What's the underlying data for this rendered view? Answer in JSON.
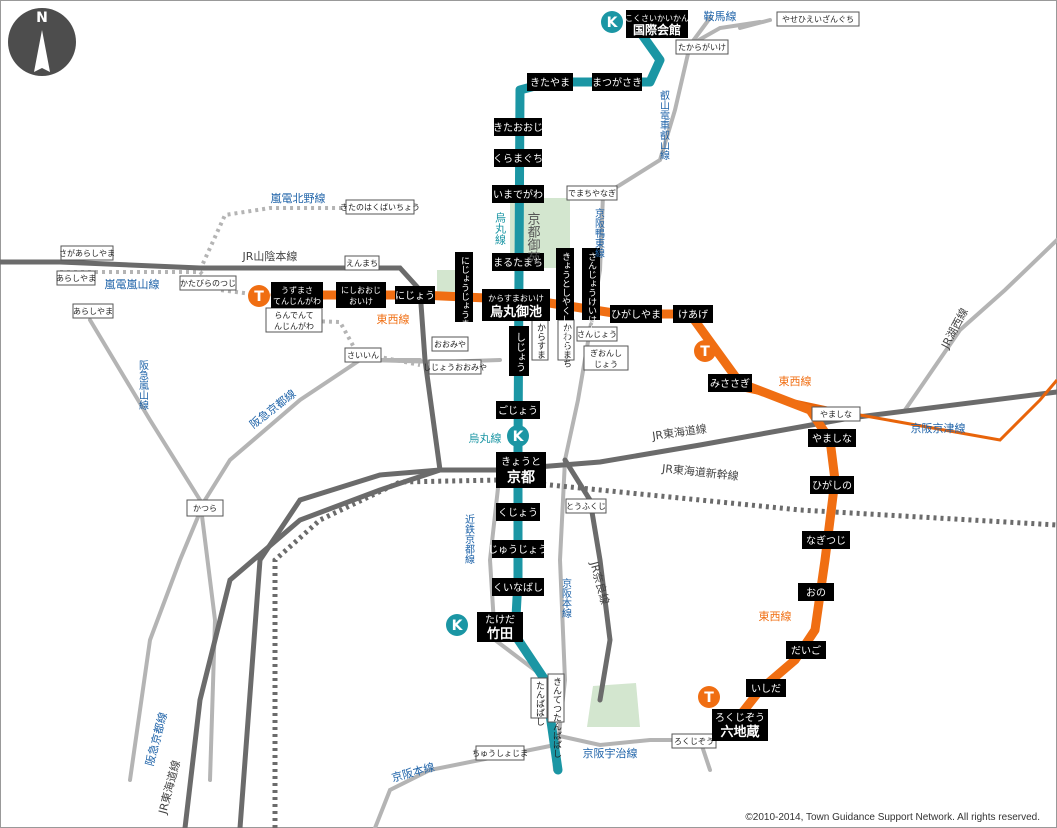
{
  "compass": {
    "letter": "N"
  },
  "colors": {
    "karasuma": "#1b96a4",
    "tozai": "#f06e12",
    "keihan_keishin": "#e8640a",
    "jr": "#6b6b6b",
    "private": "#b4b4b4",
    "line_label_blue": "#1d62a8",
    "park": "#d3e6cf",
    "station_black": "#000000"
  },
  "subway_marks": {
    "karasuma": "K",
    "tozai": "T"
  },
  "karasuma_stations": [
    {
      "name": "まつがさき",
      "kanji": ""
    },
    {
      "name": "きたやま",
      "kanji": ""
    },
    {
      "name": "きたおおじ",
      "kanji": ""
    },
    {
      "name": "くらまぐち",
      "kanji": ""
    },
    {
      "name": "いまでがわ",
      "kanji": ""
    },
    {
      "name": "まるたまち",
      "kanji": ""
    },
    {
      "name": "ごじょう",
      "kanji": ""
    },
    {
      "name": "くじょう",
      "kanji": ""
    },
    {
      "name": "じゅうじょう",
      "kanji": ""
    },
    {
      "name": "くいなばし",
      "kanji": ""
    }
  ],
  "tozai_stations": [
    {
      "name": "にじょう"
    },
    {
      "name": "ひがしやま"
    },
    {
      "name": "けあげ"
    },
    {
      "name": "みささぎ"
    },
    {
      "name": "やましな"
    },
    {
      "name": "ひがしの"
    },
    {
      "name": "なぎつじ"
    },
    {
      "name": "おの"
    },
    {
      "name": "だいご"
    },
    {
      "name": "いしだ"
    }
  ],
  "major_stations": {
    "kokusaikaikan": {
      "kana": "こくさいかいかん",
      "kanji": "国際会館"
    },
    "karasumaoike": {
      "kana": "からすまおいけ",
      "kanji": "烏丸御池"
    },
    "kyoto": {
      "kana": "きょうと",
      "kanji": "京都"
    },
    "takeda": {
      "kana": "たけだ",
      "kanji": "竹田"
    },
    "rokujizo": {
      "kana": "ろくじぞう",
      "kanji": "六地蔵"
    }
  },
  "tozai_west_stations": {
    "uzumasa": "うずまさてんじんがわ",
    "nishioji": "にしおおじおいけ"
  },
  "vertical_black_stations": {
    "nijojomae": "にじょうじょうまえ",
    "kyotoshiyakusho": "きょうとしやくしょまえ",
    "sanjo_keihan": "さんじょうけいはん",
    "shijo": "しじょう"
  },
  "other_stations": [
    "やせひえいざんぐち",
    "たからがいけ",
    "でまちやなぎ",
    "きたのはくばいちょう",
    "さがあらしやま",
    "あらしやま",
    "えんまち",
    "かたびらのつじ",
    "あらしやま",
    "らんでんてんじんがわ",
    "さいいん",
    "おおみや",
    "しじょうおおみや",
    "からすま",
    "かわらまち",
    "さんじょう",
    "ぎおんしじょう",
    "やましな",
    "かつら",
    "とうふくじ",
    "たんばばし",
    "きんてつたんばばし",
    "ちゅうしょじま",
    "ろくじぞう"
  ],
  "line_labels": {
    "kurama": "鞍馬線",
    "eizan": "叡山電車叡山線",
    "keihan_oto": "京阪鴨東線",
    "randen_kitano": "嵐電北野線",
    "jr_sanin": "JR山陰本線",
    "randen_arashiyama": "嵐電嵐山線",
    "tozai_1": "東西線",
    "tozai_2": "東西線",
    "tozai_3": "東西線",
    "hankyu_arashiyama": "阪急嵐山線",
    "hankyu_kyoto_1": "阪急京都線",
    "hankyu_kyoto_2": "阪急京都線",
    "karasuma_1": "烏丸線",
    "karasuma_2": "烏丸線",
    "jr_tokaido": "JR東海道線",
    "jr_tokaido_2": "JR東海道線",
    "shinkansen": "JR東海道新幹線",
    "keihan_keishin": "京阪京津線",
    "jr_kosei": "JR湖西線",
    "kintetsu": "近鉄京都線",
    "keihan_main_1": "京阪本線",
    "keihan_main_2": "京阪本線",
    "jr_nara": "JR奈良線",
    "keihan_uji": "京阪宇治線"
  },
  "place_labels": {
    "gosho": "京都御苑"
  },
  "copyright": "©2010-2014, Town Guidance Support Network. All rights reserved."
}
